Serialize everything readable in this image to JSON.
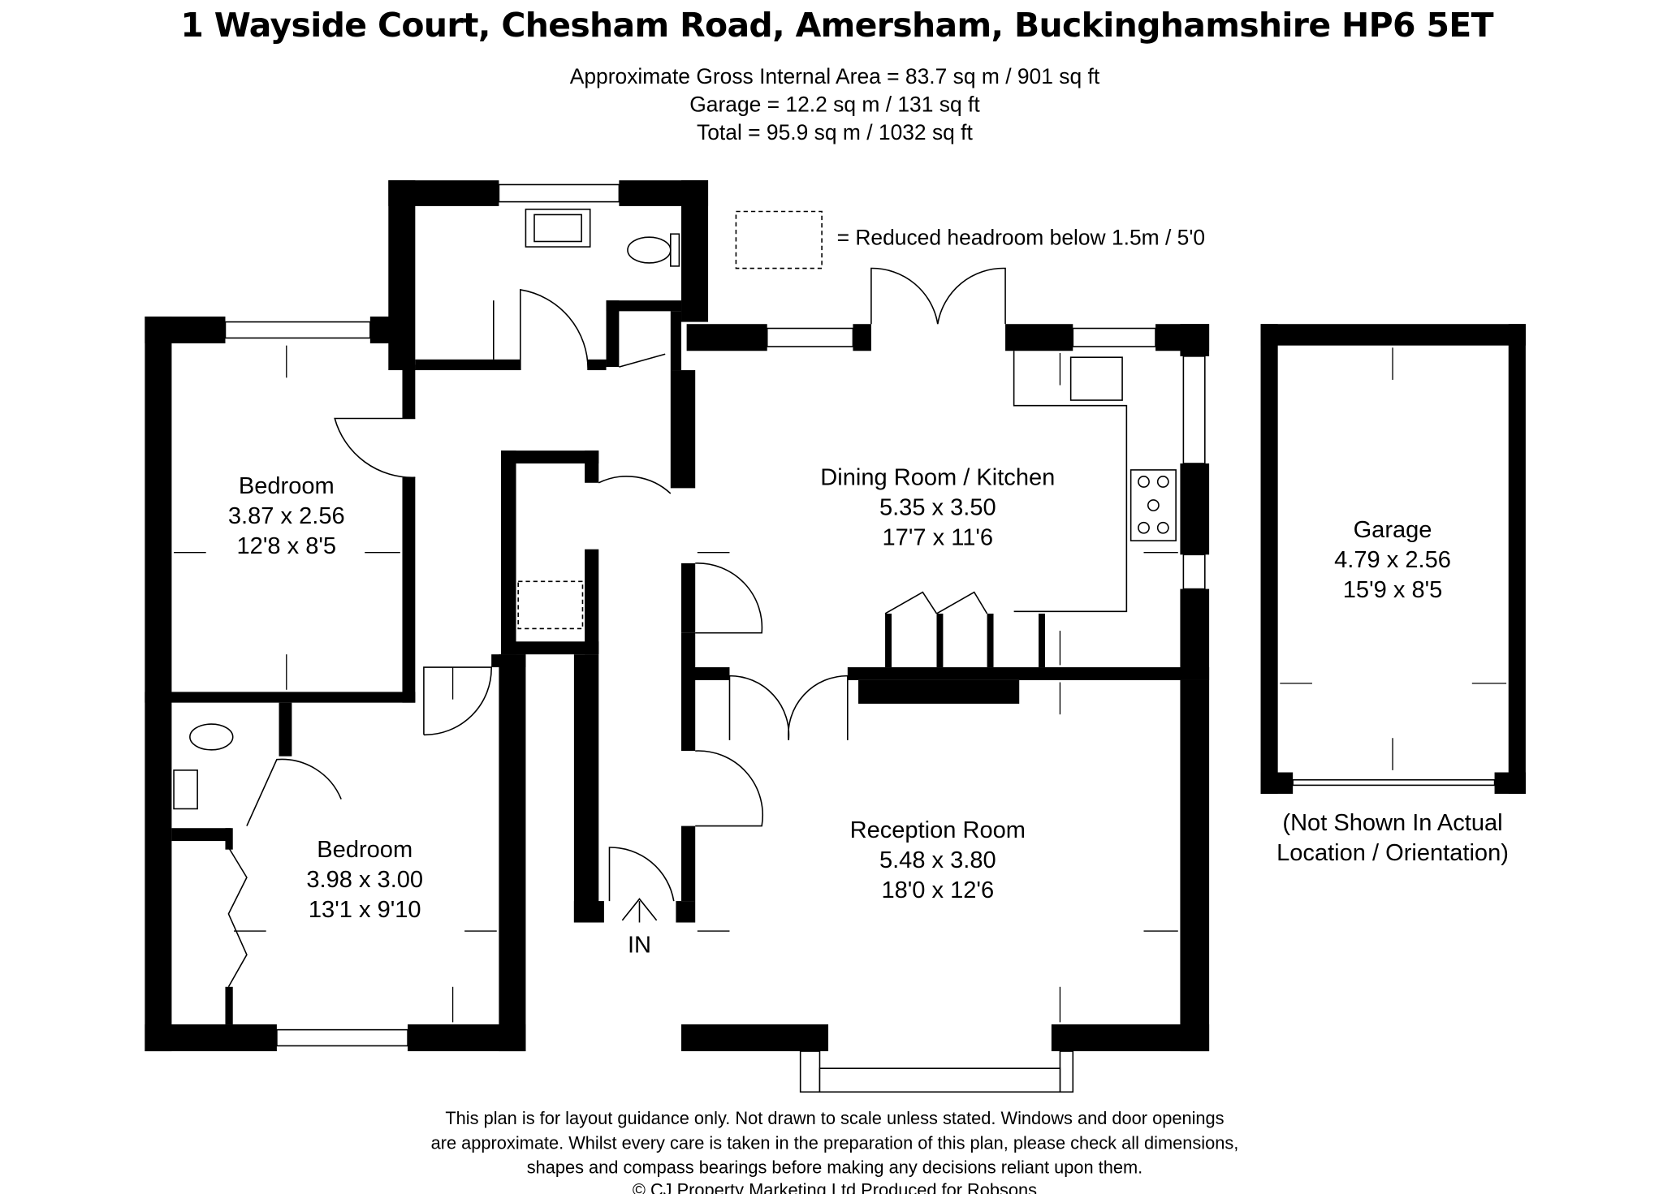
{
  "header": {
    "title": "1 Wayside Court, Chesham Road, Amersham, Buckinghamshire HP6 5ET",
    "areas": [
      "Approximate Gross Internal Area = 83.7 sq m / 901 sq ft",
      "Garage = 12.2 sq m / 131 sq ft",
      "Total = 95.9 sq m / 1032 sq ft"
    ]
  },
  "legend": {
    "reduced_headroom": "= Reduced headroom below 1.5m / 5'0"
  },
  "rooms": {
    "bedroom1": {
      "name": "Bedroom",
      "metric": "3.87 x 2.56",
      "imperial": "12'8 x 8'5"
    },
    "bedroom2": {
      "name": "Bedroom",
      "metric": "3.98 x 3.00",
      "imperial": "13'1 x 9'10"
    },
    "dining": {
      "name": "Dining Room / Kitchen",
      "metric": "5.35 x 3.50",
      "imperial": "17'7 x 11'6"
    },
    "reception": {
      "name": "Reception Room",
      "metric": "5.48 x 3.80",
      "imperial": "18'0 x 12'6"
    },
    "garage": {
      "name": "Garage",
      "metric": "4.79 x 2.56",
      "imperial": "15'9 x 8'5"
    }
  },
  "garage_note": [
    "(Not Shown In Actual",
    "Location / Orientation)"
  ],
  "entrance_label": "IN",
  "footer": {
    "lines": [
      "This plan is for layout guidance only. Not drawn to scale unless stated. Windows and door openings",
      "are approximate. Whilst every care is taken in the preparation of this plan, please check all dimensions,",
      "shapes and compass bearings before making any decisions reliant upon them.",
      "© CJ Property Marketing Ltd Produced for  Robsons"
    ]
  }
}
